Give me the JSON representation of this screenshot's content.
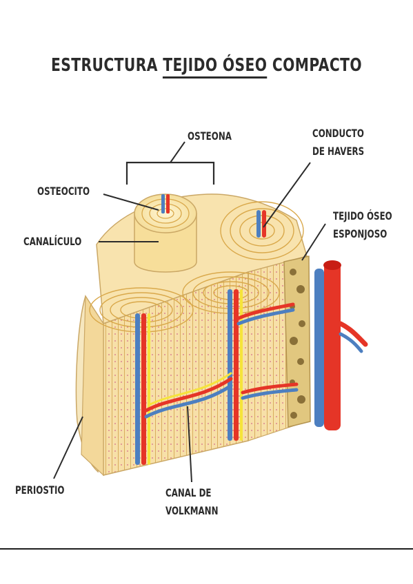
{
  "title": {
    "part1": "ESTRUCTURA ",
    "part2": "TEJIDO ÓSEO",
    "part3": " COMPACTO"
  },
  "labels": {
    "osteona": "OSTEONA",
    "conducto_line1": "CONDUCTO",
    "conducto_line2": "DE HAVERS",
    "osteocito": "OSTEOCITO",
    "tejido_line1": "TEJIDO ÓSEO",
    "tejido_line2": "ESPONJOSO",
    "canaliculo": "CANALÍCULO",
    "periostio": "PERIOSTIO",
    "volkmann_line1": "CANAL DE",
    "volkmann_line2": "VOLKMANN"
  },
  "colors": {
    "bone_light": "#fbe7b8",
    "bone_mid": "#f2cf86",
    "ring_line": "#d9a84a",
    "artery_red": "#e53527",
    "vein_blue": "#4d7fc0",
    "nerve_yellow": "#f6e43a",
    "spongy": "#d9c08a",
    "text": "#2b2b2b"
  }
}
